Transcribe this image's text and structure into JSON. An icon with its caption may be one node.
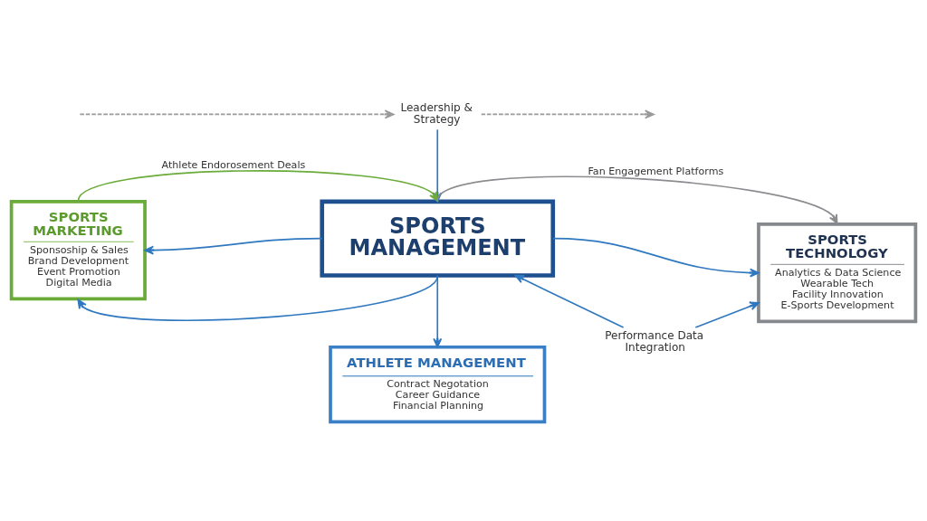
{
  "diagram": {
    "nodes": [
      {
        "text": [
          "Leadership & Strategy"
        ]
      },
      {
        "text": [
          "SPORTS MARKETING",
          "Sponsoship & Sales",
          "Brand Development",
          "Event Promotion",
          "Digital Media"
        ]
      },
      {
        "text": [
          "SPORTS MANAGEMENT"
        ]
      },
      {
        "text": [
          "SPORTS TECHNOLOGY",
          "Analytics & Data Science",
          "Wearable Tech",
          "Facility Innovation",
          "E-Sports Development"
        ]
      },
      {
        "text": [
          "ATHLETE MANAGEMENT",
          "Contract Negotation",
          "Career Guidance",
          "Financial Planning"
        ]
      },
      {
        "text": [
          "Performance Data Integration"
        ]
      }
    ],
    "edges": [
      {
        "from": 1,
        "to": 2,
        "arrow": "to",
        "label": "Athlete Endorosement Deals",
        "color": "#6aab3a"
      },
      {
        "from": null,
        "to": 0,
        "arrow": "to",
        "style": "dashed",
        "color": "#9a9a9a"
      },
      {
        "from": 0,
        "to": null,
        "arrow": "to",
        "style": "dashed",
        "color": "#9a9a9a"
      },
      {
        "from": 0,
        "to": 2,
        "arrow": "to"
      },
      {
        "from": 2,
        "to": 3,
        "arrow": "to",
        "label": "Fan Engagement Platforms",
        "color": "#8a8c8f"
      },
      {
        "from": 2,
        "to": 1,
        "arrow": "to"
      },
      {
        "from": 2,
        "to": 3,
        "arrow": "to"
      },
      {
        "from": 2,
        "to": 1,
        "arrow": "to"
      },
      {
        "from": 2,
        "to": 4,
        "arrow": "to"
      },
      {
        "from": 5,
        "to": 2,
        "arrow": "to"
      },
      {
        "from": 5,
        "to": 3,
        "arrow": "to"
      }
    ]
  }
}
